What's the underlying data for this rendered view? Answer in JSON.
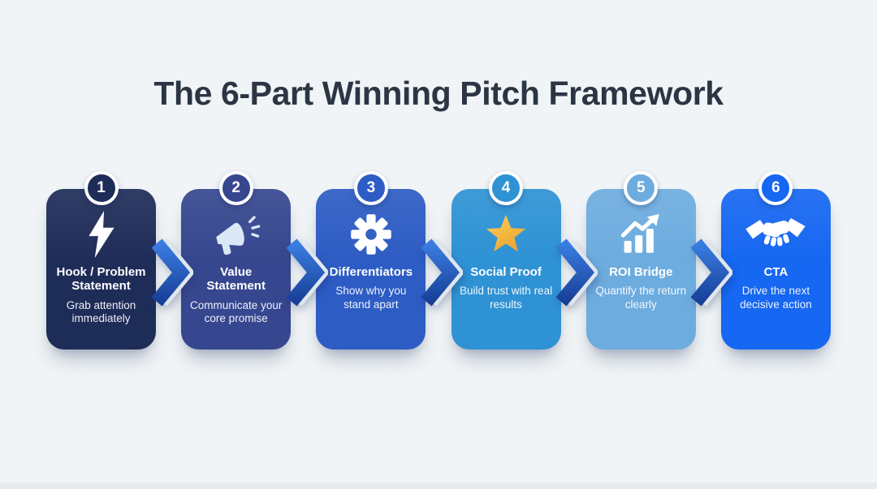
{
  "page": {
    "title": "The 6-Part Winning Pitch Framework",
    "title_color": "#2c3543",
    "background_color": "#f0f4f6"
  },
  "steps": [
    {
      "number": "1",
      "title": "Hook / Problem Statement",
      "description": "Grab attention immediately",
      "color": "#1e2c58",
      "icon": "lightning-bolt"
    },
    {
      "number": "2",
      "title": "Value Statement",
      "description": "Communicate your core promise",
      "color": "#36478f",
      "icon": "megaphone"
    },
    {
      "number": "3",
      "title": "Differentiators",
      "description": "Show why you stand apart",
      "color": "#2d5cc4",
      "icon": "gear"
    },
    {
      "number": "4",
      "title": "Social Proof",
      "description": "Build trust with real results",
      "color": "#2e92d4",
      "icon": "star"
    },
    {
      "number": "5",
      "title": "ROI Bridge",
      "description": "Quantify the return clearly",
      "color": "#6dacdf",
      "icon": "growth-chart"
    },
    {
      "number": "6",
      "title": "CTA",
      "description": "Drive the next decisive action",
      "color": "#1667f1",
      "icon": "handshake"
    }
  ],
  "connector": {
    "gradient_top": "#3a7de2",
    "gradient_bottom": "#173f97",
    "highlight": "#dfe6ed"
  },
  "icon_colors": {
    "star_top": "#f8cd4e",
    "star_bottom": "#eda22d",
    "megaphone": "#d9e7f6",
    "white": "#ffffff"
  }
}
